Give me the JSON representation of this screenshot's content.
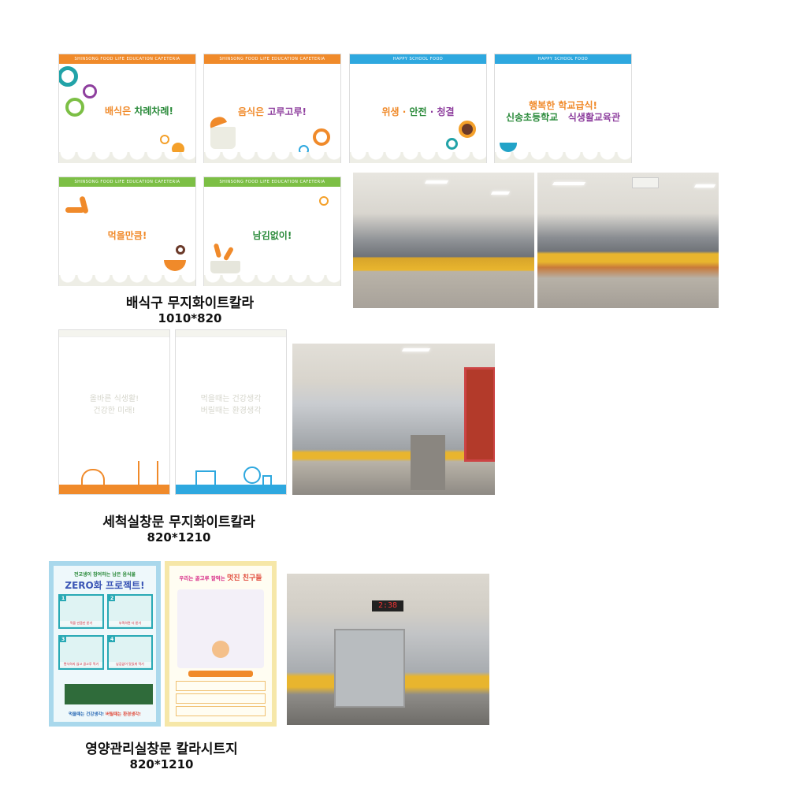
{
  "curtains_serving": [
    {
      "band": "SHINSONG FOOD  LIFE  EDUCATION  CAFETERIA",
      "color": "#f08a2a",
      "slogan_a": "배식은 ",
      "slogan_b": "차례차례!"
    },
    {
      "band": "SHINSONG FOOD  LIFE  EDUCATION  CAFETERIA",
      "color": "#f08a2a",
      "slogan_a": "음식은 ",
      "slogan_b": "고루고루!"
    },
    {
      "band": "HAPPY  SCHOOL  FOOD",
      "color": "#2ea8df",
      "slogan_a": "위생",
      "sep1": " · ",
      "slogan_b": "안전",
      "sep2": " · ",
      "slogan_c": "청결"
    },
    {
      "band": "HAPPY  SCHOOL  FOOD",
      "color": "#2ea8df",
      "line1": "행복한 학교급식!",
      "line2a": "신송초등학교",
      "line2b": "식생활교육관"
    },
    {
      "band": "SHINSONG FOOD  LIFE  EDUCATION  CAFETERIA",
      "color": "#7cbf45",
      "slogan_a": "먹을만큼!"
    },
    {
      "band": "SHINSONG FOOD  LIFE  EDUCATION  CAFETERIA",
      "color": "#7cbf45",
      "slogan_a": "남김없이!"
    }
  ],
  "caption_serving": {
    "title": "배식구 무지화이트칼라",
    "size": "1010*820"
  },
  "doors": [
    {
      "line1": "올바른 식생활!",
      "line2": "건강한 미래!",
      "color": "#f08a2a"
    },
    {
      "line1": "먹을때는 건강생각",
      "line2": "버릴때는 환경생각",
      "color": "#2ea8df"
    }
  ],
  "caption_wash": {
    "title": "세척실창문 무지화이트칼라",
    "size": "820*1210"
  },
  "poster1": {
    "subtitle": "전교생이 참여하는 남은 음식물",
    "title": "ZERO화 프로젝트!",
    "steps": [
      {
        "n": "1",
        "text": "먹을 만큼만 받기"
      },
      {
        "n": "2",
        "text": "부족하면 더 받기"
      },
      {
        "n": "3",
        "text": "편식하지 않고 골고루 먹기"
      },
      {
        "n": "4",
        "text": "남김없이 맛있게 먹기"
      }
    ],
    "footer_a": "먹을때는 건강생각!",
    "footer_b": "버릴때는 환경생각!"
  },
  "poster2": {
    "title_a": "우리는 골고루 잘먹는 ",
    "title_b": "멋진 친구들"
  },
  "caption_nutrition": {
    "title": "영양관리실창문 칼라시트지",
    "size": "820*1210"
  },
  "clock": {
    "display": "2:38"
  },
  "colors": {
    "orange": "#f08a2a",
    "blue": "#2ea8df",
    "green": "#7cbf45",
    "purple": "#8e3f9e",
    "darkgreen": "#2a8a3a"
  }
}
